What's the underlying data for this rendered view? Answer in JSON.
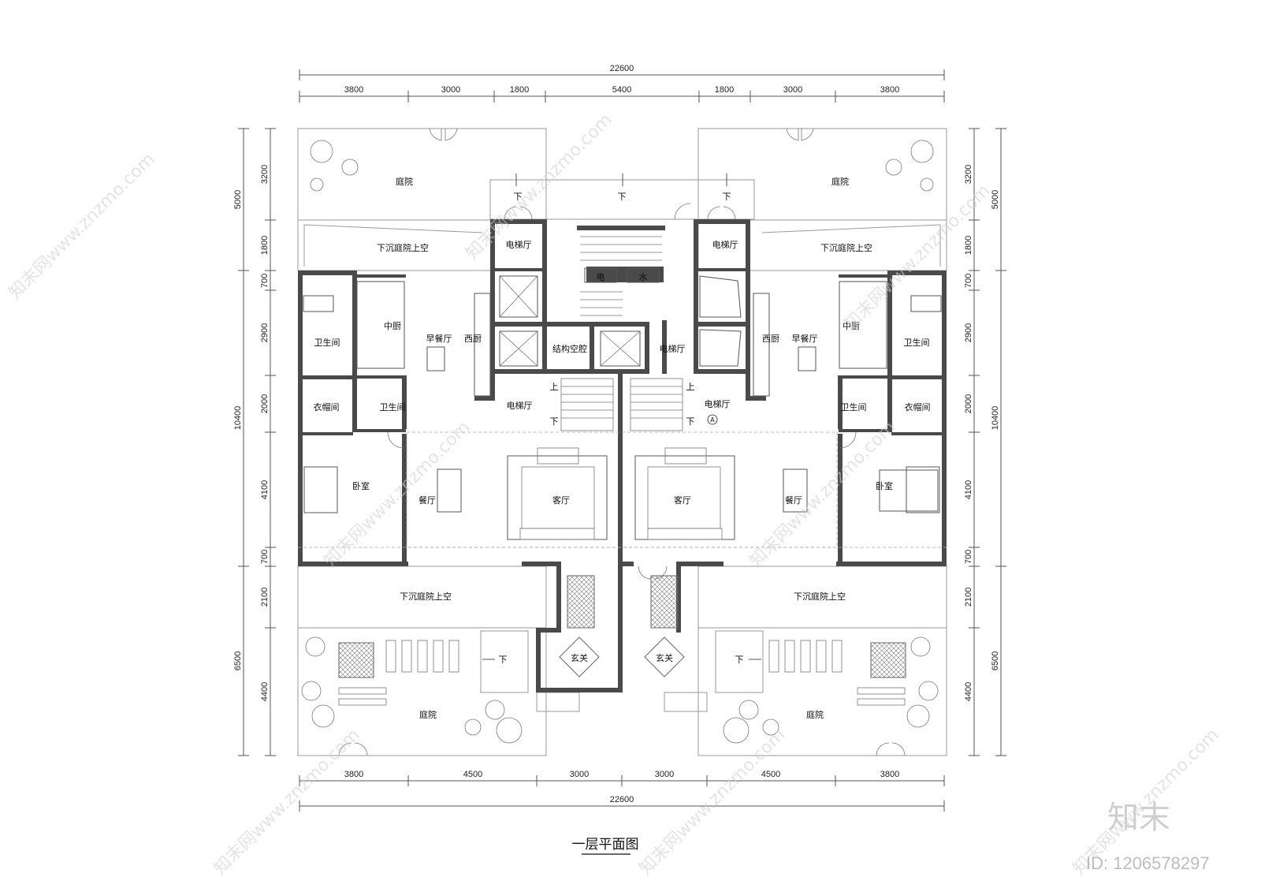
{
  "title": "一层平面图",
  "dimensions": {
    "top_total": "22600",
    "top": [
      "3800",
      "3000",
      "1800",
      "5400",
      "1800",
      "3000",
      "3800"
    ],
    "bottom_total": "22600",
    "bottom": [
      "3800",
      "4500",
      "3000",
      "3000",
      "4500",
      "3800"
    ],
    "left_outer": [
      "5000",
      "10400",
      "6500"
    ],
    "left_inner": [
      "3200",
      "1800",
      "700",
      "2900",
      "2000",
      "4100",
      "700",
      "2100",
      "4400"
    ],
    "right_outer": [
      "5000",
      "10400",
      "6500"
    ],
    "right_inner": [
      "3200",
      "1800",
      "700",
      "2900",
      "2000",
      "4100",
      "700",
      "2100",
      "4400"
    ]
  },
  "rooms": {
    "courtyard": "庭院",
    "sunken_courtyard": "下沉庭院上空",
    "elevator_hall": "电梯厅",
    "chinese_kitchen": "中厨",
    "breakfast_room": "早餐厅",
    "western_kitchen": "西厨",
    "bathroom": "卫生间",
    "cloakroom": "衣帽间",
    "bedroom": "卧室",
    "dining_room": "餐厅",
    "living_room": "客厅",
    "foyer": "玄关",
    "structural_cavity": "结构空腔",
    "electric": "电",
    "water": "水",
    "down": "下",
    "up": "上",
    "marker_a": "A"
  },
  "watermark": {
    "text": "知末网www.znzmo.com",
    "logo": "知末",
    "id": "ID: 1206578297"
  }
}
